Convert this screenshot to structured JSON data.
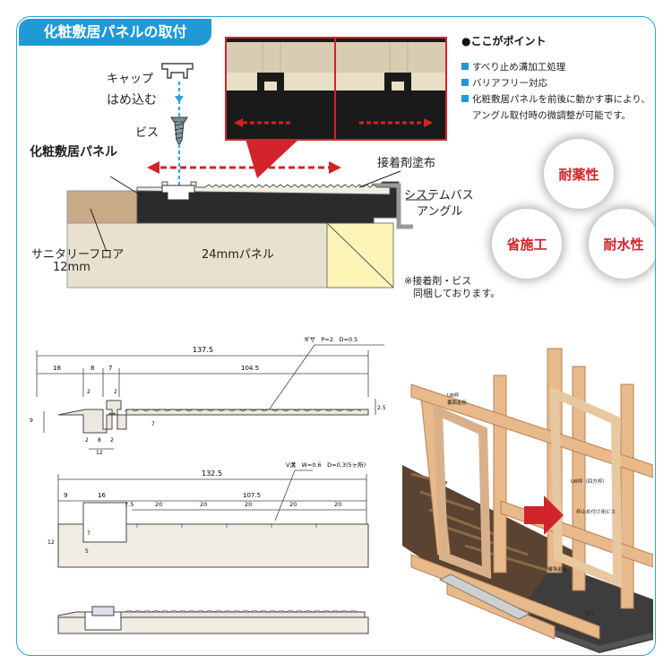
{
  "header": {
    "title": "化粧敷居パネルの取付"
  },
  "labels": {
    "cap": "キャップ",
    "fit": "はめ込む",
    "screw": "ビス",
    "sill_panel": "化粧敷居パネル",
    "adhesive": "接着剤塗布",
    "angle_line1": "システムバス",
    "angle_line2": "アングル",
    "floor_line1": "サニタリーフロア",
    "floor_line2": "12mm",
    "panel24": "24mmパネル",
    "note_line1": "※接着剤・ビス",
    "note_line2": "同梱しております。"
  },
  "points": {
    "title": "●ここがポイント",
    "items": [
      "すべり止め溝加工処理",
      "バリアフリー対応",
      "化粧敷居パネルを前後に動かす事により、",
      "アングル取付時の微調整が可能です。"
    ]
  },
  "badges": [
    "耐薬性",
    "省施工",
    "耐水性"
  ],
  "drawing1": {
    "total": "137.5",
    "serration": "ギザ　P=2　D=0.5",
    "d18": "18",
    "d8": "8",
    "d7": "7",
    "d104": "104.5",
    "d2a": "2",
    "d2b": "2",
    "d9": "9",
    "d7v": "7",
    "d25": "2.5",
    "b2a": "2",
    "b8": "8",
    "b2b": "2",
    "b12": "12"
  },
  "drawing2": {
    "total": "132.5",
    "groove": "V溝　W=0.6　D=0.3(5ヶ所)",
    "d9": "9",
    "d16": "16",
    "d107": "107.5",
    "d75": "7.5",
    "d20a": "20",
    "d20b": "20",
    "d20c": "20",
    "d20d": "20",
    "d20e": "20",
    "d12": "12",
    "d7": "7",
    "d5": "5"
  },
  "house": {
    "ub_frame_top": "UB枠",
    "ub_frame_top2": "裏面金板",
    "ub_frame": "UB枠（四方枠）",
    "stopper": "枠止め付け用ビス",
    "base": "補強金板",
    "floor": "床下"
  }
}
